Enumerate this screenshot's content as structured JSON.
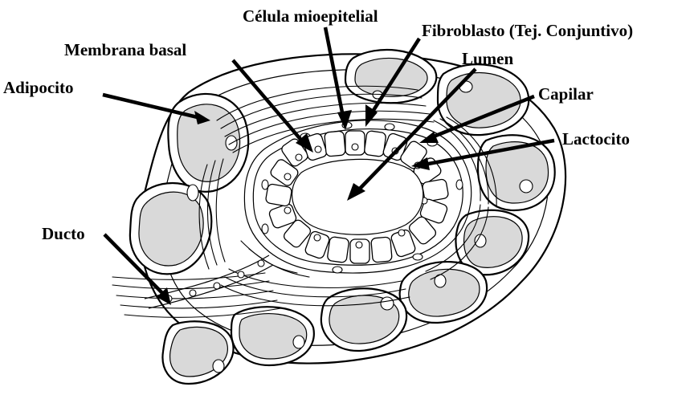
{
  "labels": {
    "celula_mioepitelial": "Célula mioepitelial",
    "fibroblasto": "Fibroblasto (Tej. Conjuntivo)",
    "membrana_basal": "Membrana basal",
    "lumen": "Lumen",
    "adipocito": "Adipocito",
    "capilar": "Capilar",
    "lactocito": "Lactocito",
    "ducto": "Ducto"
  },
  "colors": {
    "fat_fill": "#d9d9d9",
    "ink": "#000000",
    "background": "#ffffff"
  }
}
